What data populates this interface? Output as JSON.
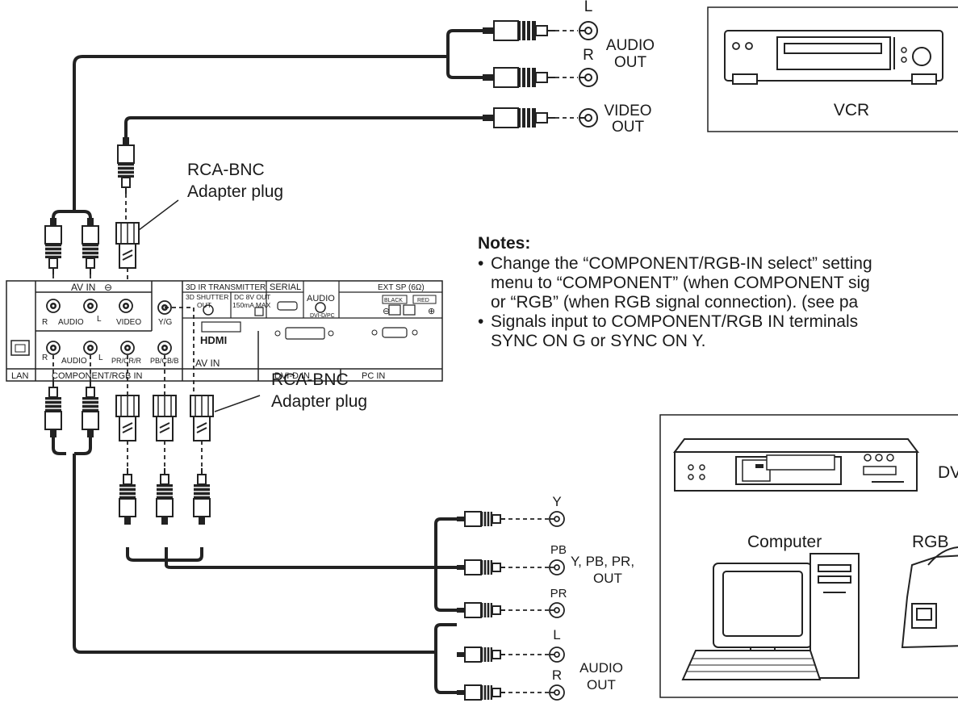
{
  "labels": {
    "audio_l": "L",
    "audio_r": "R",
    "audio_out": [
      "AUDIO",
      "OUT"
    ],
    "video_out": [
      "VIDEO",
      "OUT"
    ],
    "vcr": "VCR",
    "adapter_top": [
      "RCA-BNC",
      "Adapter plug"
    ],
    "adapter_bottom": [
      "RCA-BNC",
      "Adapter plug"
    ],
    "comp_y": "Y",
    "comp_pb": "PB",
    "comp_pr": "PR",
    "comp_out": [
      "Y, PB, PR,",
      "OUT"
    ],
    "audio2_l": "L",
    "audio2_r": "R",
    "audio2_out": [
      "AUDIO",
      "OUT"
    ],
    "dvd": "DV",
    "computer": "Computer",
    "rgb": "RGB"
  },
  "panel": {
    "av_in": "AV IN",
    "audio_r": "R",
    "audio": "AUDIO",
    "audio_l": "L",
    "video": "VIDEO",
    "yg": "Y/G",
    "ir_transmitter": "3D IR TRANSMITTER",
    "shutter": "3D SHUTTER",
    "shutter_out": "OUT",
    "dc_out": "DC 8V OUT",
    "dc_ma": "150mA MAX",
    "serial": "SERIAL",
    "audio_box": "AUDIO",
    "dvid_pc": "DVI-D/PC",
    "ext_sp": "EXT SP (6Ω)",
    "black": "BLACK",
    "red": "RED",
    "comp_r": "R",
    "comp_audio": "AUDIO",
    "comp_l": "L",
    "pr_cr_r": "PR/CR/R",
    "pb_cb_b": "PB/CB/B",
    "hdmi": "HDMI",
    "lan": "LAN",
    "component_rgb_in": "COMPONENT/RGB IN",
    "av_in2": "AV IN",
    "dvid_in": "DVI-D IN",
    "pc_in": "PC IN"
  },
  "notes": {
    "title": "Notes:",
    "items": [
      [
        "Change the “COMPONENT/RGB-IN select” setting",
        "menu to “COMPONENT” (when COMPONENT sig",
        "or “RGB” (when RGB signal connection). (see pa"
      ],
      [
        "Signals input to COMPONENT/RGB IN terminals",
        "SYNC ON G or SYNC ON Y."
      ]
    ]
  }
}
